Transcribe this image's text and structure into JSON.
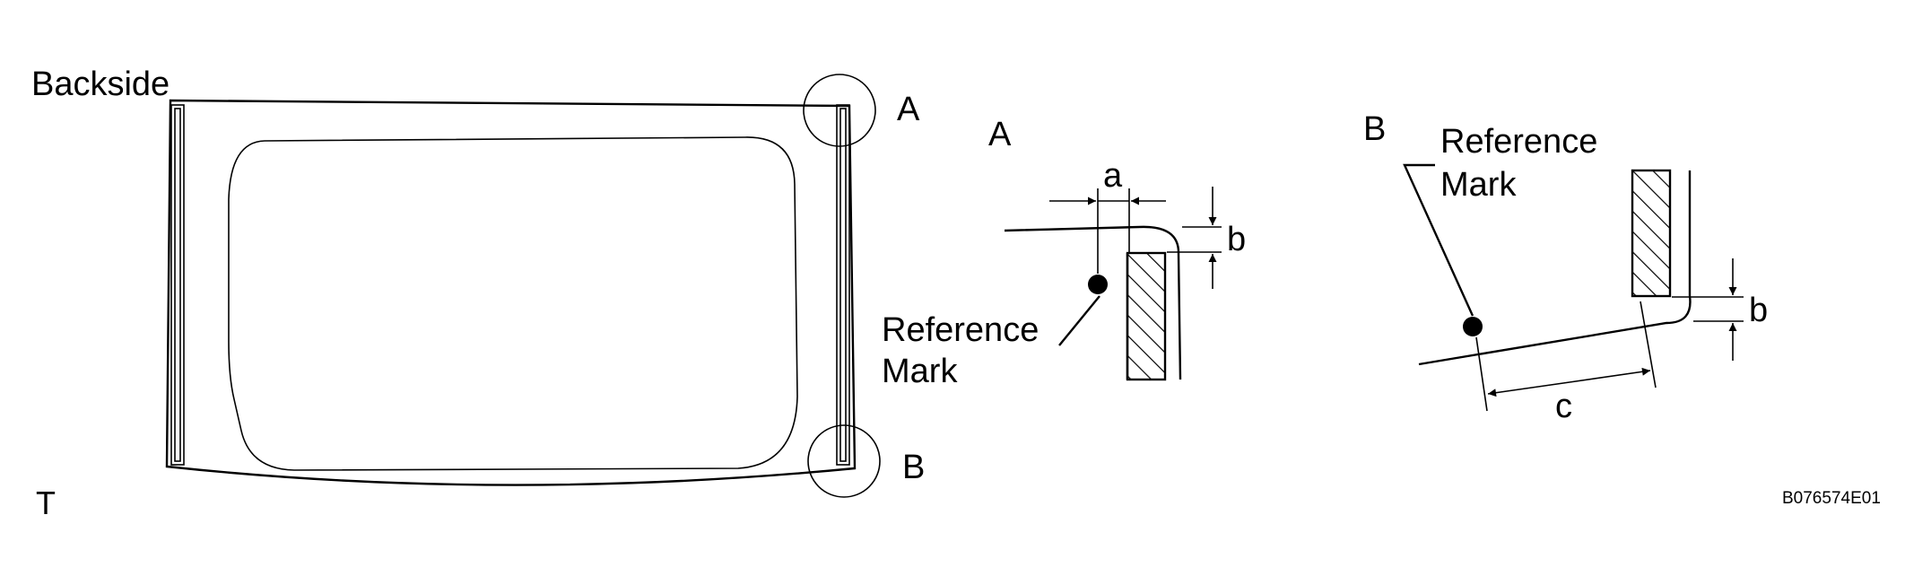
{
  "overview": {
    "backside_label": "Backside",
    "callout_a": "A",
    "callout_b": "B",
    "corner_mark": "T"
  },
  "detail_a": {
    "title": "A",
    "dim_a": "a",
    "dim_b": "b",
    "reference_line1": "Reference",
    "reference_line2": "Mark"
  },
  "detail_b": {
    "title": "B",
    "dim_b": "b",
    "dim_c": "c",
    "reference_line1": "Reference",
    "reference_line2": "Mark"
  },
  "figure_code": "B076574E01",
  "colors": {
    "ink": "#000000",
    "background": "#ffffff"
  }
}
